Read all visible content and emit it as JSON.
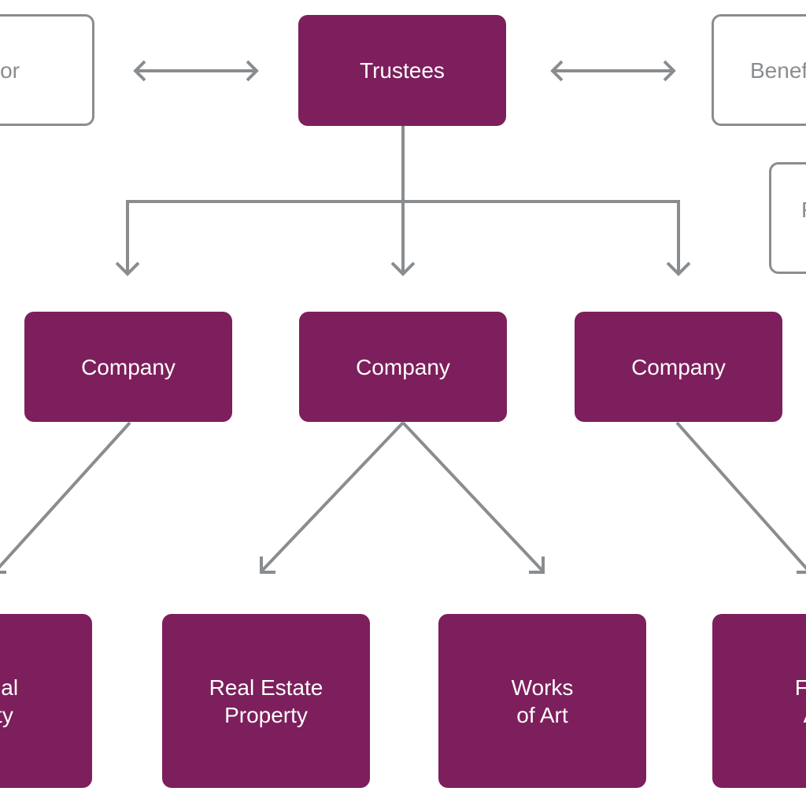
{
  "diagram": {
    "colors": {
      "filled_box": "#7d1f5c",
      "filled_text": "#ffffff",
      "outline": "#8a8d8f",
      "connector": "#8a8d8f",
      "background": "#ffffff"
    },
    "nodes": {
      "settlor": {
        "label": "or"
      },
      "trustees": {
        "label": "Trustees"
      },
      "beneficiaries": {
        "label": "Benef"
      },
      "protector": {
        "label": "F\n·"
      },
      "company_1": {
        "label": "Company"
      },
      "company_2": {
        "label": "Company"
      },
      "company_3": {
        "label": "Company"
      },
      "intellectual_property": {
        "label": "ctual\nerty"
      },
      "real_estate": {
        "label": "Real Estate\nProperty"
      },
      "works_of_art": {
        "label": "Works\nof Art"
      },
      "financial_assets": {
        "label": "Fina\nAs"
      }
    },
    "edges": [
      {
        "from": "settlor",
        "to": "trustees",
        "type": "bidirectional"
      },
      {
        "from": "trustees",
        "to": "beneficiaries",
        "type": "bidirectional"
      },
      {
        "from": "trustees",
        "to": "company_1",
        "type": "arrow"
      },
      {
        "from": "trustees",
        "to": "company_2",
        "type": "arrow"
      },
      {
        "from": "trustees",
        "to": "company_3",
        "type": "arrow"
      },
      {
        "from": "company_1",
        "to": "intellectual_property",
        "type": "arrow"
      },
      {
        "from": "company_2",
        "to": "real_estate",
        "type": "arrow"
      },
      {
        "from": "company_2",
        "to": "works_of_art",
        "type": "arrow"
      },
      {
        "from": "company_3",
        "to": "financial_assets",
        "type": "arrow"
      }
    ]
  }
}
